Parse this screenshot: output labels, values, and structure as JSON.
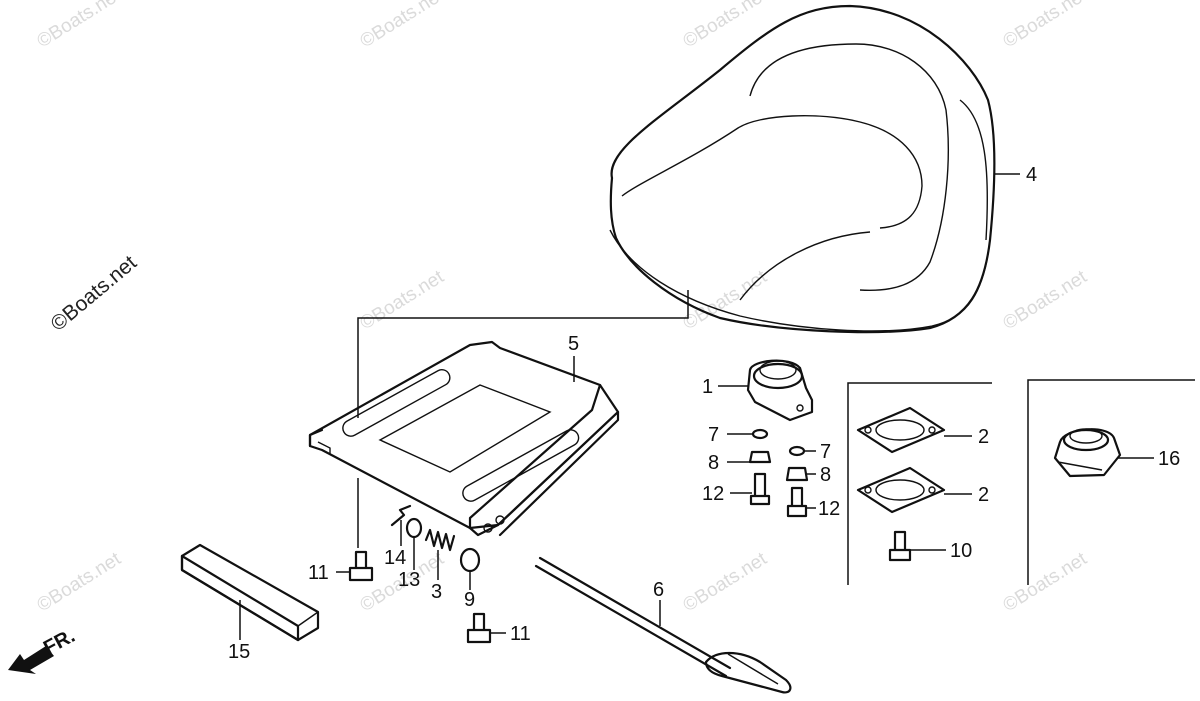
{
  "watermark": "©Boats.net",
  "direction_label": "FR.",
  "callouts": {
    "c1": "1",
    "c2a": "2",
    "c2b": "2",
    "c3": "3",
    "c4": "4",
    "c5": "5",
    "c6": "6",
    "c7a": "7",
    "c7b": "7",
    "c8a": "8",
    "c8b": "8",
    "c9": "9",
    "c10": "10",
    "c11a": "11",
    "c11b": "11",
    "c12a": "12",
    "c12b": "12",
    "c13": "13",
    "c14": "14",
    "c15": "15",
    "c16": "16"
  }
}
